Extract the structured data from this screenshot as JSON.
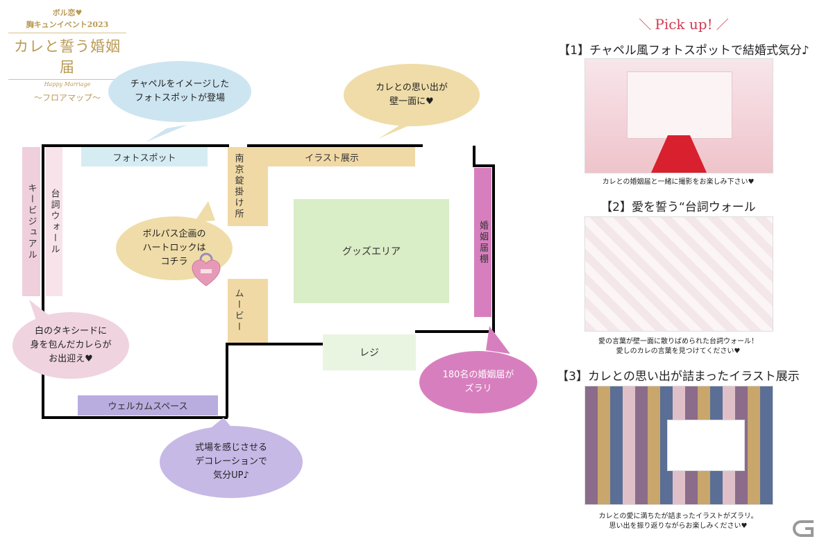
{
  "logo": {
    "line1": "ボル恋♥",
    "line2": "胸キュンイベント2023",
    "title": "カレと誓う婚姻届",
    "script": "Happy Marriage",
    "subtitle": "〜フロアマップ〜"
  },
  "areas": {
    "photo_spot": "フォトスポット",
    "nankin": "南京錠掛け所",
    "illust": "イラスト展示",
    "goods": "グッズエリア",
    "konin_shelf": "婚姻届棚",
    "movie": "ムービー",
    "register": "レジ",
    "welcome": "ウェルカムスペース",
    "visual": "キービジュアル",
    "serifu_wall": "台詞ウォール"
  },
  "bubbles": {
    "chapel": "チャペルをイメージした\nフォトスポットが登場",
    "memories": "カレとの思い出が\n壁一面に♥",
    "heartlock": "ボルパス企画の\nハートロックは\nコチラ",
    "tuxedo": "白のタキシードに\n身を包んだカレらが\nお出迎え♥",
    "konin180": "180名の婚姻届が\nズラリ",
    "decoration": "式場を感じさせる\nデコレーションで\n気分UP♪"
  },
  "pickup": {
    "header": "Pick up!",
    "items": [
      {
        "title": "【1】チャペル風フォトスポットで結婚式気分♪",
        "caption": "カレとの婚姻届と一緒に撮影をお楽しみ下さい♥"
      },
      {
        "title": "【2】愛を誓う“台詞ウォール",
        "caption": "愛の言葉が壁一面に散りばめられた台詞ウォール！\n愛しのカレの言葉を見つけてください♥"
      },
      {
        "title": "【3】カレとの思い出が詰まったイラスト展示",
        "caption": "カレとの愛に満ちたが詰まったイラストがズラリ。\n思い出を振り返りながらお楽しみください♥"
      }
    ]
  },
  "colors": {
    "photo_spot": "#d6ecf3",
    "nankin": "#f1d9a6",
    "goods": "#d9edc6",
    "konin_shelf": "#d77fbe",
    "register": "#eaf5e1",
    "welcome": "#b9acdf",
    "visual": "#efcfdb",
    "serifu_wall": "#f8e3ea",
    "bubble_blue": "#cde5f0",
    "bubble_tan": "#efdca8",
    "bubble_pink": "#efd3de",
    "bubble_magenta": "#d77fbe",
    "bubble_purple": "#c6b9e6",
    "pickup_red": "#d23b52"
  },
  "icons": [
    "heart-lock-icon",
    "site-watermark-icon"
  ]
}
